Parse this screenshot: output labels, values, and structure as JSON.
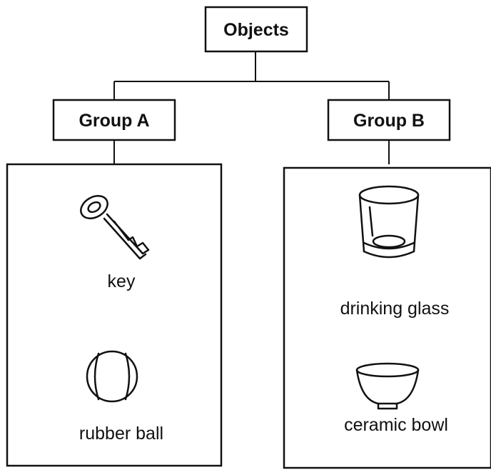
{
  "root": {
    "label": "Objects"
  },
  "groups": [
    {
      "label": "Group A",
      "items": [
        {
          "label": "key",
          "icon": "key-icon"
        },
        {
          "label": "rubber ball",
          "icon": "ball-icon"
        }
      ]
    },
    {
      "label": "Group B",
      "items": [
        {
          "label": "drinking glass",
          "icon": "glass-icon"
        },
        {
          "label": "ceramic bowl",
          "icon": "bowl-icon"
        }
      ]
    }
  ]
}
